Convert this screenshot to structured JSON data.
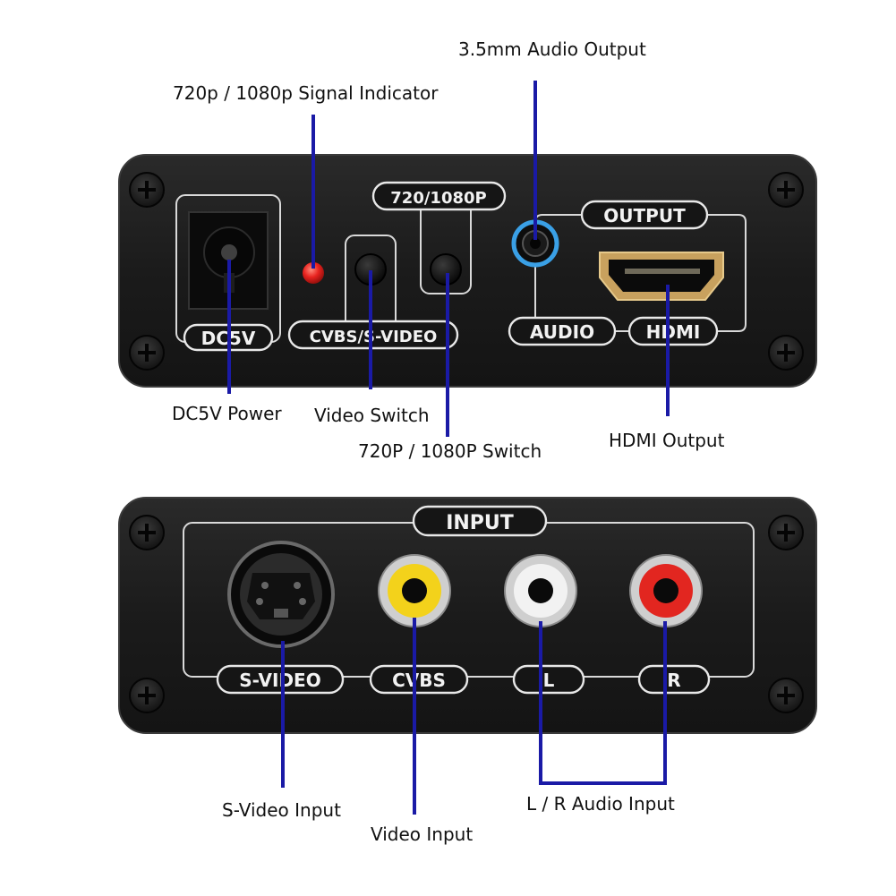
{
  "colors": {
    "leader": "#1a1aa6",
    "panel": "#1c1c1c",
    "led": "#e8231f",
    "rca_yellow": "#f3d21b",
    "rca_white": "#f2f2f2",
    "rca_red": "#e22620",
    "audio_ring": "#3aa0e6"
  },
  "top_panel": {
    "labels": {
      "dc5v": "DC5V",
      "cvbs_svideo": "CVBS/S-VIDEO",
      "res_switch": "720/1080P",
      "output": "OUTPUT",
      "audio": "AUDIO",
      "hdmi": "HDMI"
    },
    "callouts": {
      "audio_output": "3.5mm Audio Output",
      "signal_indicator": "720p / 1080p Signal Indicator",
      "dc_power": "DC5V Power",
      "video_switch": "Video Switch",
      "res_switch": "720P / 1080P Switch",
      "hdmi_output": "HDMI Output"
    }
  },
  "bottom_panel": {
    "labels": {
      "input": "INPUT",
      "svideo": "S-VIDEO",
      "cvbs": "CVBS",
      "left": "L",
      "right": "R"
    },
    "callouts": {
      "svideo_input": "S-Video Input",
      "video_input": "Video Input",
      "lr_audio_input": "L / R Audio Input"
    }
  }
}
